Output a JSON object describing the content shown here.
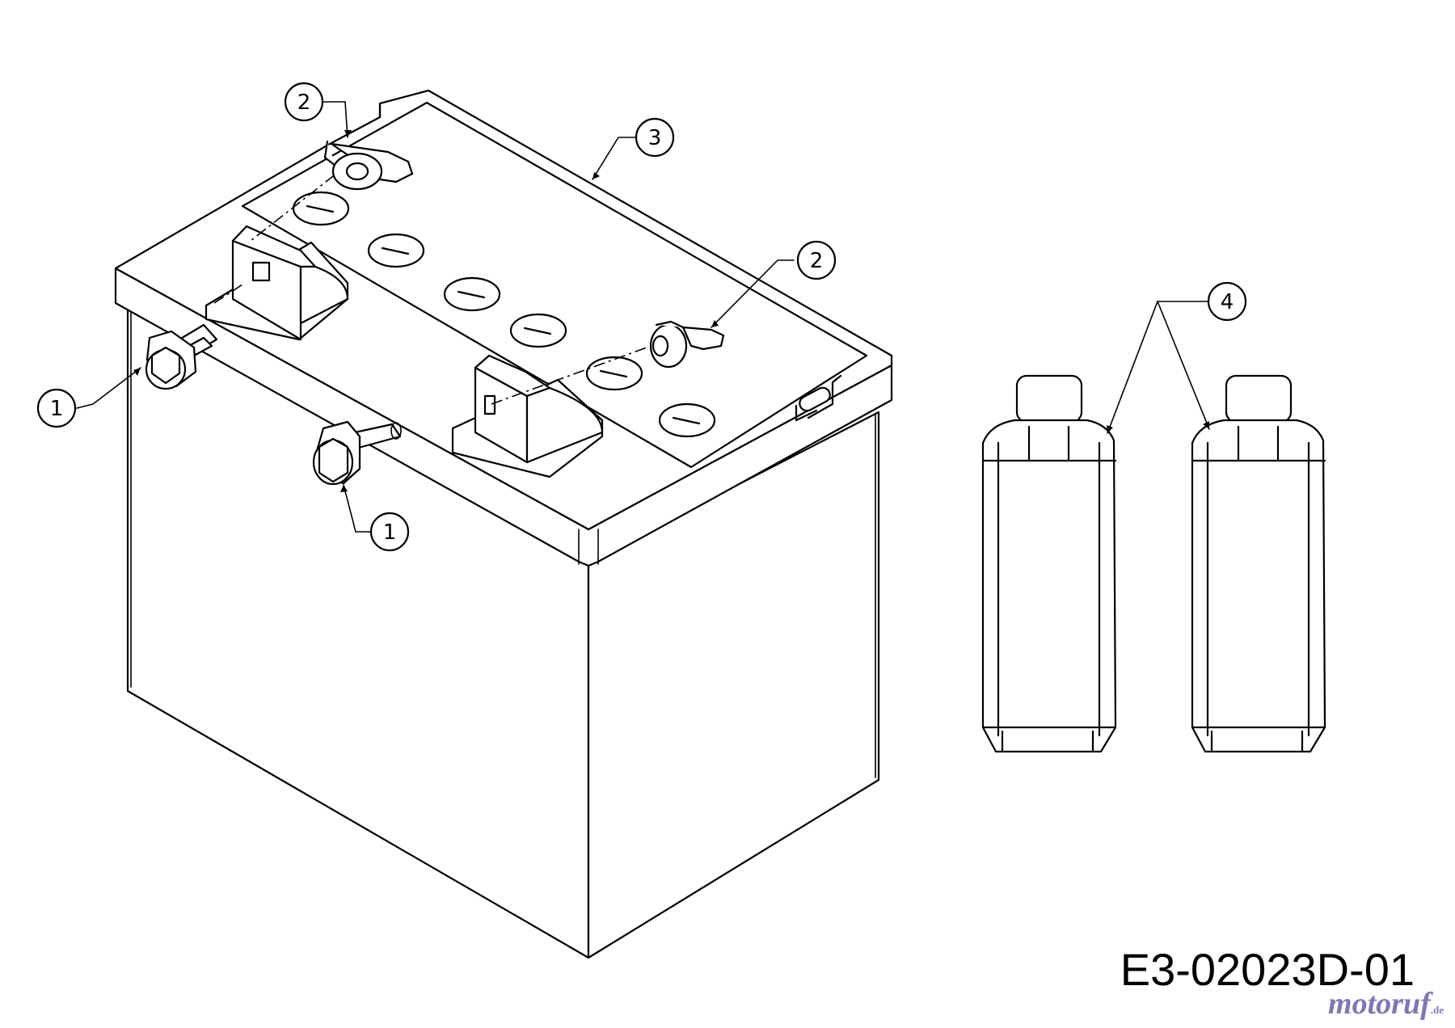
{
  "diagram": {
    "drawing_number": "E3-02023D-01",
    "watermark": {
      "brand": "motoruf",
      "tld": ".de"
    },
    "callouts": [
      {
        "label": "1",
        "part": "bolt-left"
      },
      {
        "label": "1",
        "part": "bolt-front"
      },
      {
        "label": "2",
        "part": "wing-nut-rear"
      },
      {
        "label": "2",
        "part": "wing-nut-front"
      },
      {
        "label": "3",
        "part": "battery"
      },
      {
        "label": "4",
        "part": "electrolyte-bottles"
      }
    ]
  }
}
